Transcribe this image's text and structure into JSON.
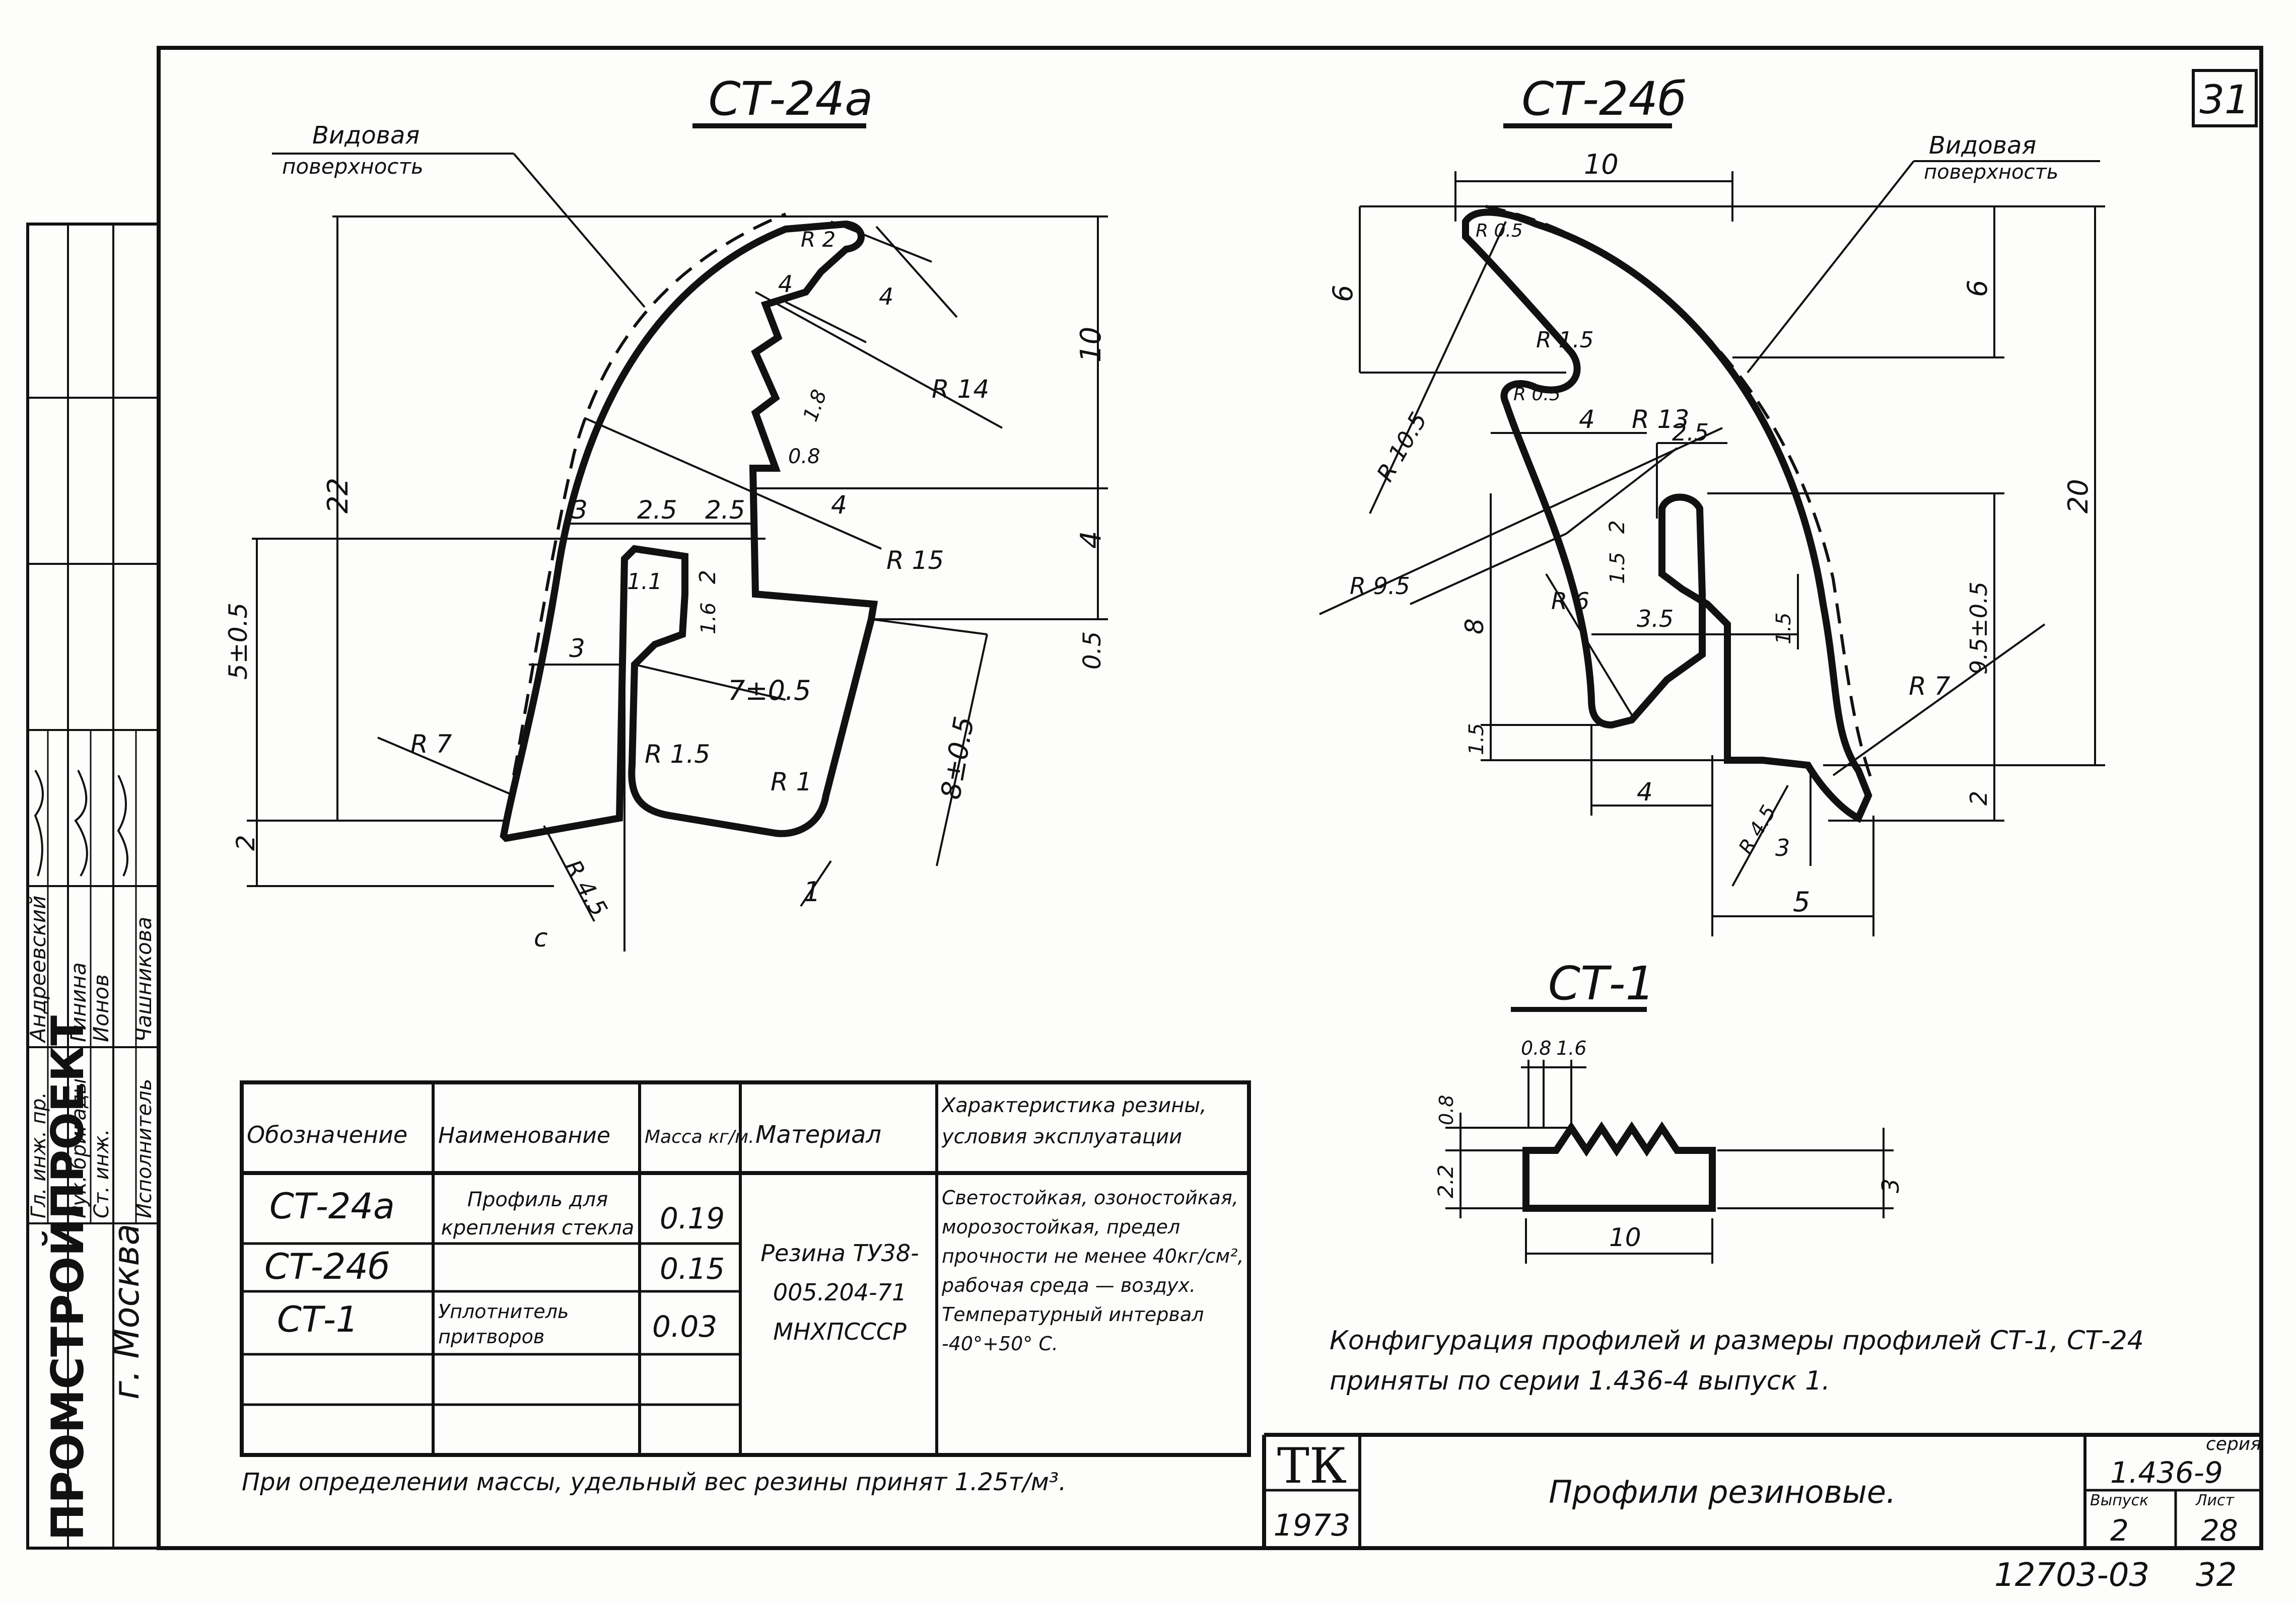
{
  "sheet_number": "31",
  "drawing_code": "12703-03",
  "page_number": "32",
  "titles": {
    "ct24a": "СТ-24а",
    "ct24b": "СТ-24б",
    "ct1": "СТ-1"
  },
  "labels": {
    "visible_surface_left_1": "Видовая",
    "visible_surface_left_2": "поверхность",
    "visible_surface_right_1": "Видовая",
    "visible_surface_right_2": "поверхность"
  },
  "dims_24a": [
    "22",
    "10",
    "4",
    "0.5",
    "3",
    "2.5",
    "2.5",
    "1.1",
    "2",
    "1.6",
    "3",
    "7±0.5",
    "8±0.5",
    "R 15",
    "R 14",
    "R 1.5",
    "R 1",
    "R 7",
    "R 4.5",
    "4",
    "4",
    "R 2",
    "1.8",
    "0.8",
    "2",
    "5±0.5",
    "1",
    "c",
    "4"
  ],
  "dims_24b": [
    "10",
    "6",
    "6",
    "20",
    "R 0.5",
    "R 1.5",
    "R 10.5",
    "R 0.5",
    "4",
    "R 13",
    "2.5",
    "2",
    "1.5",
    "R 6",
    "R 9.5",
    "3.5",
    "1.5",
    "8",
    "9.5±0.5",
    "1.5",
    "R 7",
    "2",
    "4",
    "R 4.5",
    "3",
    "5"
  ],
  "dims_ct1": [
    "0.8",
    "1.6",
    "0.8",
    "2.2",
    "3",
    "10"
  ],
  "table": {
    "headers": [
      "Обозначение",
      "Наименование",
      "Масса кг/м.",
      "Материал",
      "Характеристика резины, условия эксплуатации"
    ],
    "rows": [
      {
        "code": "СТ-24а",
        "mass": "0.19"
      },
      {
        "code": "СТ-24б",
        "mass": "0.15"
      },
      {
        "code": "СТ-1",
        "name": "Уплотнитель притворов",
        "mass": "0.03"
      }
    ],
    "name_profile": "Профиль для крепления стекла",
    "material": "Резина ТУ38-005.204-71 МНХПСССР",
    "characteristics": "Светостойкая, озоностойкая, морозостойкая, предел прочности не менее 40кг/см², рабочая среда — воздух. Температурный интервал -40°+50° С."
  },
  "mass_note": "При определении массы, удельный вес резины принят 1.25т/м³.",
  "config_note_1": "Конфигурация профилей и размеры профилей СТ-1, СТ-24",
  "config_note_2": "приняты по серии 1.436-4 выпуск 1.",
  "title_block": {
    "logo_letters": "ТК",
    "year": "1973",
    "title": "Профили резиновые.",
    "series_label": "серия",
    "series_value": "1.436-9",
    "issue_label": "Выпуск",
    "issue_value": "2",
    "sheet_label": "Лист",
    "sheet_value": "28"
  },
  "side_block": {
    "org": "ПРОМСТРОЙПРОЕКТ",
    "city": "г. Москва",
    "roles": [
      "Гл. инж. пр.",
      "Рук. бригады",
      "Ст. инж.",
      "Исполнитель"
    ],
    "names": [
      "Андреевский",
      "Гинина",
      "Ионов",
      "Чашникова"
    ]
  }
}
